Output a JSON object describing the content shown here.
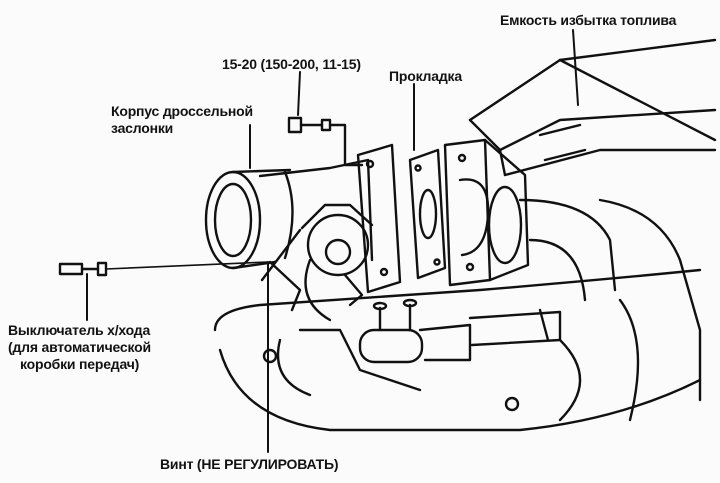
{
  "labels": {
    "fuel_tank": "Емкость избытка топлива",
    "torque": "15-20 (150-200, 11-15)",
    "gasket": "Прокладка",
    "throttle_body_line1": "Корпус дроссельной",
    "throttle_body_line2": "заслонки",
    "switch_line1": "Выключатель х/хода",
    "switch_line2": "(для автоматической",
    "switch_line3": "коробки передач)",
    "screw": "Винт (НЕ РЕГУЛИРОВАТЬ)"
  }
}
